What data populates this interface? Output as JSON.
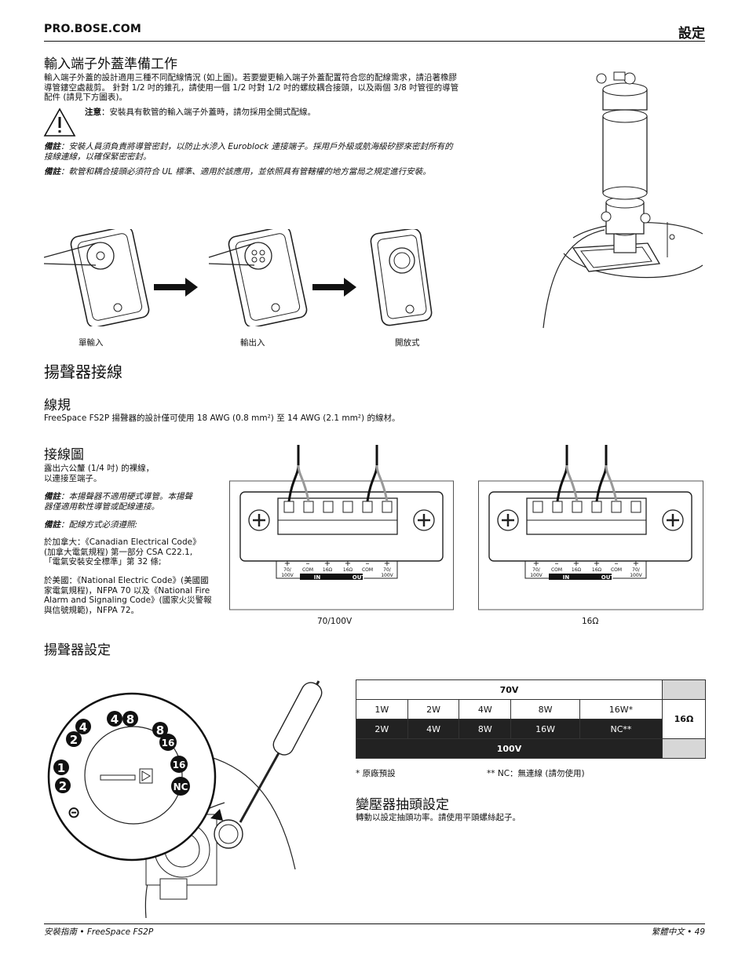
{
  "header": {
    "brand": "PRO.BOSE.COM",
    "section": "設定"
  },
  "prep": {
    "title": "輸入端子外蓋準備工作",
    "para_lines": [
      "輸入端子外蓋的設計適用三種不同配線情況 (如上圖)。若要變更輸入端子外蓋配置符合您的配線需求，請沿著橡膠",
      "導管鏤空處裁剪。 針對 1/2 吋的錐孔，請使用一個 1/2 吋對 1/2 吋的螺紋耦合接頭，以及兩個 3/8 吋管徑的導管",
      "配件 (請見下方圖表)。"
    ],
    "caution_label": "注意",
    "caution_text": "：安裝具有軟管的輸入端子外蓋時，請勿採用全開式配線。",
    "note1_label": "備註",
    "note1_lines": [
      "：安裝人員須負責將導管密封，以防止水滲入 Euroblock 連接端子。採用戶外級或航海級矽膠來密封所有的",
      "接線連線，以確保緊密密封。"
    ],
    "note2_label": "備註",
    "note2_text": "：軟管和耦合接頭必須符合 UL 標準、適用於該應用，並依照具有管轄權的地方當局之規定進行安裝。",
    "captions": [
      "單輸入",
      "輸出入",
      "開放式"
    ]
  },
  "wiring": {
    "title": "揚聲器接線",
    "gauge_title": "線規",
    "gauge_text": "FreeSpace FS2P 揚聲器的設計僅可使用 18 AWG (0.8 mm²) 至 14 AWG (2.1 mm²) 的線材。",
    "diagram_title": "接線圖",
    "strip_lines": [
      "露出六公釐 (1/4 吋) 的裸線，",
      "以連接至端子。"
    ],
    "note3_label": "備註",
    "note3_lines": [
      "：本揚聲器不適用硬式導管。本揚聲",
      "器僅適用軟性導管或配線連接。"
    ],
    "note4_label": "備註",
    "note4_text": "：配線方式必須遵照:",
    "canada_lines": [
      "於加拿大：《Canadian Electrical Code》",
      "(加拿大電氣規程) 第一部分 CSA C22.1,",
      "「電氣安裝安全標準」第 32 條;"
    ],
    "usa_lines": [
      "於美國：《National Electric Code》(美國國",
      "家電氣規程)，NFPA 70 以及《National Fire",
      "Alarm and Signaling Code》(國家火災警報",
      "與信號規範)，NFPA 72。"
    ],
    "diagram_captions": [
      "70/100V",
      "16Ω"
    ],
    "terminal": {
      "plus": "+",
      "minus": "–",
      "labels": [
        "70/\n100V",
        "COM",
        "16Ω",
        "16Ω",
        "COM",
        "70/\n100V"
      ],
      "in": "IN",
      "out": "OUT"
    }
  },
  "settings": {
    "title": "揚聲器設定",
    "dial_labels": [
      "1",
      "2",
      "2",
      "4",
      "4",
      "8",
      "8",
      "16",
      "16",
      "NC"
    ],
    "dial_mark": "⊝",
    "table": {
      "top_header": "70V",
      "row1": [
        "1W",
        "2W",
        "4W",
        "8W",
        "16W*"
      ],
      "row2": [
        "2W",
        "4W",
        "8W",
        "16W",
        "NC**"
      ],
      "bottom_header": "100V",
      "side": "16Ω"
    },
    "footnote1": "* 原廠預設",
    "footnote2": "** NC：無連線 (請勿使用)",
    "tap_title": "變壓器抽頭設定",
    "tap_text": "轉動以設定抽頭功率。請使用平頭螺絲起子。"
  },
  "footer": {
    "left": "安裝指南 • FreeSpace FS2P",
    "right": "繁體中文 • 49"
  }
}
